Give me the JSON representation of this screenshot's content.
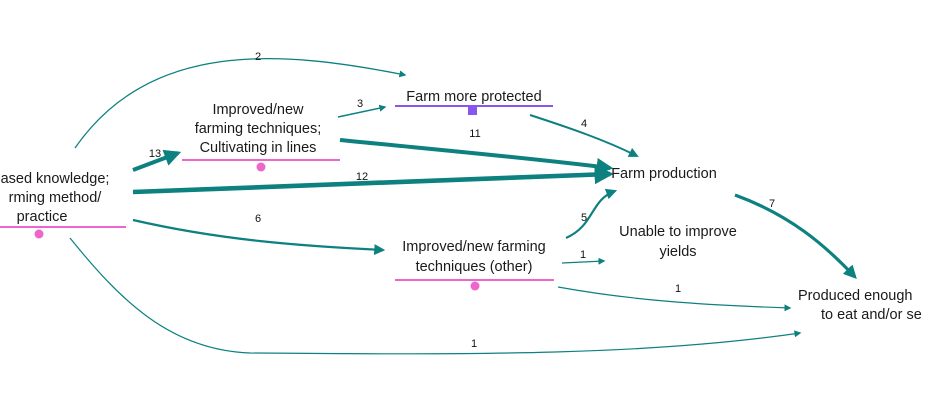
{
  "colors": {
    "edge": "#0d8080",
    "pink": "#ee66cc",
    "purple": "#8855ee"
  },
  "nodes": {
    "knowledge": {
      "lines": [
        "ased knowledge;",
        "rming method/",
        "practice"
      ],
      "marker": "pink"
    },
    "lines_technique": {
      "lines": [
        "Improved/new",
        "farming techniques;",
        "Cultivating in lines"
      ],
      "marker": "pink"
    },
    "protected": {
      "lines": [
        "Farm more protected"
      ],
      "marker": "purple"
    },
    "production": {
      "lines": [
        "Farm production"
      ]
    },
    "unable": {
      "lines": [
        "Unable to improve",
        "yields"
      ]
    },
    "other_technique": {
      "lines": [
        "Improved/new farming",
        "techniques (other)"
      ],
      "marker": "pink"
    },
    "enough": {
      "lines": [
        "Produced enough",
        "to eat and/or se"
      ]
    }
  },
  "edges": [
    {
      "from": "knowledge",
      "to": "protected",
      "label": "2"
    },
    {
      "from": "lines_technique",
      "to": "protected",
      "label": "3"
    },
    {
      "from": "protected",
      "to": "production",
      "label": "4"
    },
    {
      "from": "lines_technique",
      "to": "production",
      "label": "11"
    },
    {
      "from": "knowledge",
      "to": "lines_technique",
      "label": "13"
    },
    {
      "from": "knowledge",
      "to": "production",
      "label": "12"
    },
    {
      "from": "knowledge",
      "to": "other_technique",
      "label": "6"
    },
    {
      "from": "other_technique",
      "to": "production",
      "label": "5"
    },
    {
      "from": "other_technique",
      "to": "unable",
      "label": "1"
    },
    {
      "from": "other_technique",
      "to": "enough",
      "label": "1"
    },
    {
      "from": "production",
      "to": "enough",
      "label": "7"
    },
    {
      "from": "knowledge",
      "to": "enough",
      "label": "1"
    }
  ]
}
